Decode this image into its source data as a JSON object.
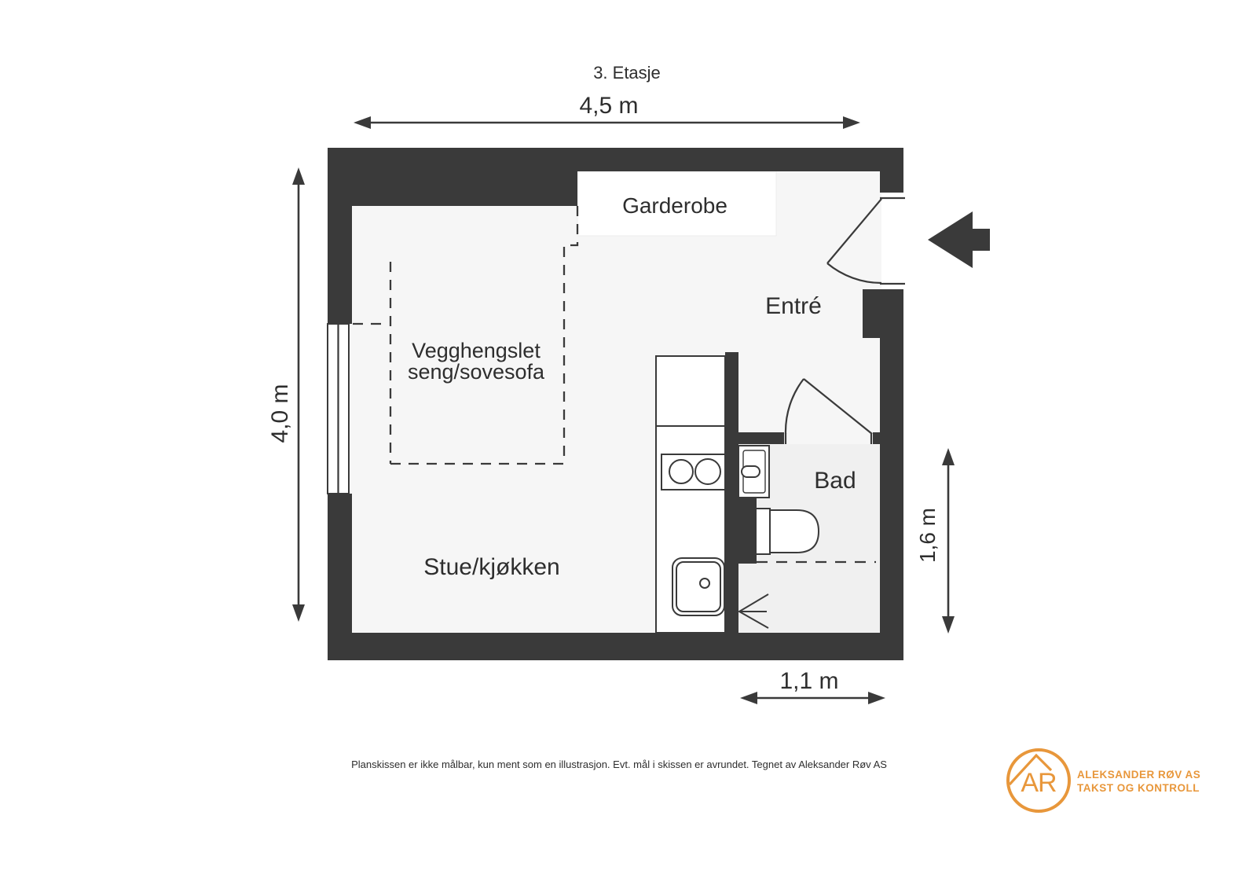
{
  "meta": {
    "floor_title": "3. Etasje"
  },
  "dimensions": {
    "top_width": "4,5 m",
    "left_height": "4,0 m",
    "bath_height": "1,6 m",
    "bath_width": "1,1 m"
  },
  "rooms": {
    "garderobe": "Garderobe",
    "entre": "Entré",
    "bad": "Bad",
    "stue_kjokken": "Stue/kjøkken",
    "bed_note_line1": "Vegghengslet",
    "bed_note_line2": "seng/sovesofa"
  },
  "footer": {
    "disclaimer": "Planskissen er ikke målbar, kun ment som en illustrasjon. Evt. mål i skissen er avrundet. Tegnet av Aleksander Røv AS"
  },
  "logo": {
    "monogram": "AR",
    "company_line1": "ALEKSANDER RØV AS",
    "company_line2": "TAKST OG KONTROLL"
  },
  "colors": {
    "wall": "#3a3a3a",
    "line": "#3a3a3a",
    "text": "#2e2e2e",
    "floor": "#f6f6f6",
    "bath_floor": "#f0f0f0",
    "fixture_fill": "#ffffff",
    "accent": "#e8973b"
  }
}
